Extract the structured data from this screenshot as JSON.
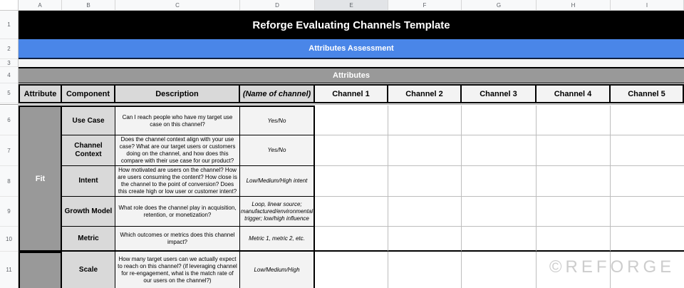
{
  "sheet": {
    "column_letters": [
      "A",
      "B",
      "C",
      "D",
      "E",
      "F",
      "G",
      "H",
      "I"
    ],
    "selected_column": "E",
    "row_numbers": [
      "1",
      "2",
      "3",
      "4",
      "5",
      "6",
      "7",
      "8",
      "9",
      "10",
      "11"
    ]
  },
  "banners": {
    "title": "Reforge Evaluating Channels Template",
    "section": "Attributes Assessment"
  },
  "table": {
    "group_header": "Attributes",
    "columns": [
      "Attribute",
      "Component",
      "Description",
      "(Name of channel)",
      "Channel 1",
      "Channel 2",
      "Channel 3",
      "Channel 4",
      "Channel 5"
    ],
    "attribute_group_label": "Fit",
    "rows": [
      {
        "component": "Use Case",
        "description": "Can I reach people who have my target use case on this channel?",
        "name_of_channel": "Yes/No"
      },
      {
        "component": "Channel Context",
        "description": "Does the channel context align with your use case? What are our target users or customers doing on the channel, and how does this compare with their use case for our product?",
        "name_of_channel": "Yes/No"
      },
      {
        "component": "Intent",
        "description": "How motivated are users on the channel? How are users consuming the content? How close is the channel to the point of conversion? Does this create high or low user or customer intent?",
        "name_of_channel": "Low/Medium/High intent"
      },
      {
        "component": "Growth Model",
        "description": "What role does the channel play in acquisition, retention, or monetization?",
        "name_of_channel": "Loop, linear source; manufactured/environmental trigger; low/high influence"
      },
      {
        "component": "Metric",
        "description": "Which outcomes or metrics does this channel impact?",
        "name_of_channel": "Metric 1, metric 2, etc."
      },
      {
        "component": "Scale",
        "description": "How many target users can we actually expect to reach on this channel? (if leveraging channel for re-engagement, what is the match rate of our users on the channel?)",
        "name_of_channel": "Low/Medium/High"
      }
    ]
  },
  "watermark": "©REFORGE",
  "colors": {
    "title_bg": "#000000",
    "section_bg": "#4a86e8",
    "group_bg": "#999999",
    "header_bg": "#d9d9d9",
    "channel_header_bg": "#f3f3f3",
    "subtle_cell_bg": "#f3f3f3",
    "grid_line": "#bdbdbd"
  }
}
